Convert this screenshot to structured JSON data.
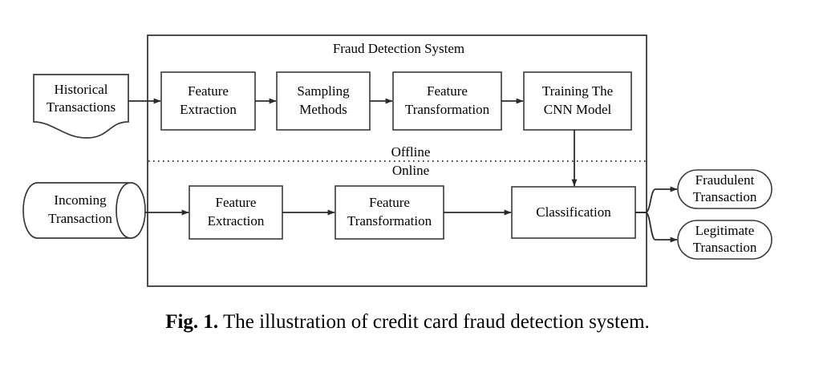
{
  "figure": {
    "caption_prefix": "Fig. 1.",
    "caption_text": "The illustration of credit card fraud detection system."
  },
  "diagram": {
    "type": "flowchart",
    "container_title": "Fraud Detection System",
    "divider": {
      "above_label": "Offline",
      "below_label": "Online",
      "style": "dotted"
    },
    "colors": {
      "background": "#ffffff",
      "stroke": "#3a3a3a",
      "connector": "#2b2b2b",
      "text": "#000000"
    },
    "inputs": [
      {
        "id": "historical",
        "shape": "document",
        "line1": "Historical",
        "line2": "Transactions"
      },
      {
        "id": "incoming",
        "shape": "cylinder",
        "line1": "Incoming",
        "line2": "Transaction"
      }
    ],
    "offline_pipeline": [
      {
        "id": "off-fe",
        "shape": "rect",
        "line1": "Feature",
        "line2": "Extraction"
      },
      {
        "id": "off-sm",
        "shape": "rect",
        "line1": "Sampling",
        "line2": "Methods"
      },
      {
        "id": "off-ft",
        "shape": "rect",
        "line1": "Feature",
        "line2": "Transformation"
      },
      {
        "id": "off-tr",
        "shape": "rect",
        "line1": "Training The",
        "line2": "CNN Model"
      }
    ],
    "online_pipeline": [
      {
        "id": "on-fe",
        "shape": "rect",
        "line1": "Feature",
        "line2": "Extraction"
      },
      {
        "id": "on-ft",
        "shape": "rect",
        "line1": "Feature",
        "line2": "Transformation"
      },
      {
        "id": "on-cl",
        "shape": "rect",
        "line1": "Classification",
        "line2": ""
      }
    ],
    "outputs": [
      {
        "id": "out-fraud",
        "shape": "pill",
        "line1": "Fraudulent",
        "line2": "Transaction"
      },
      {
        "id": "out-legit",
        "shape": "pill",
        "line1": "Legitimate",
        "line2": "Transaction"
      }
    ]
  }
}
